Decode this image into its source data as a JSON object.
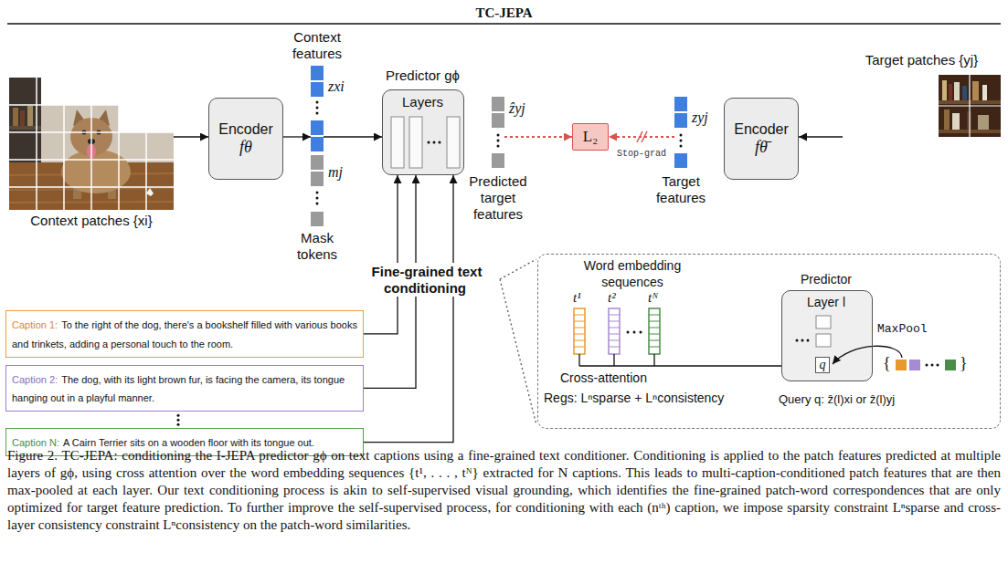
{
  "diagram": {
    "title": "TC-JEPA",
    "caption": "Figure 2. TC-JEPA: conditioning the I-JEPA predictor gϕ on text captions using a fine-grained text conditioner. Conditioning is applied to the patch features predicted at multiple layers of gϕ, using cross attention over the word embedding sequences {t¹, . . . , tᴺ} extracted for N captions. This leads to multi-caption-conditioned patch features that are then max-pooled at each layer. Our text conditioning process is akin to self-supervised visual grounding, which identifies the fine-grained patch-word correspondences that are only optimized for target feature prediction. To further improve the self-supervised process, for conditioning with each (nᵗʰ) caption, we impose sparsity constraint Lⁿsparse and cross-layer consistency constraint Lⁿconsistency on the patch-word similarities.",
    "nodes": [
      {
        "text": [
          "Context patches {xi}"
        ]
      },
      {
        "text": [
          "Encoder",
          "fθ"
        ]
      },
      {
        "text": [
          "Context features",
          "zxi",
          "mj",
          "Mask tokens"
        ]
      },
      {
        "text": [
          "Predictor gϕ",
          "Layers"
        ]
      },
      {
        "text": [
          "ẑyj",
          "Predicted target features"
        ]
      },
      {
        "text": [
          "L₂"
        ]
      },
      {
        "text": [
          "zyj",
          "Target features"
        ]
      },
      {
        "text": [
          "Encoder",
          "fθ̄"
        ]
      },
      {
        "text": [
          "Target patches {yj}"
        ]
      },
      {
        "text": [
          "Caption 1:",
          "To the right of the dog, there's a bookshelf filled with various books and trinkets, adding a personal touch to the room."
        ]
      },
      {
        "text": [
          "Caption 2:",
          "The dog, with its light brown fur, is facing the camera, its tongue hanging out in a playful manner."
        ]
      },
      {
        "text": [
          "Caption N:",
          "A Cairn Terrier sits on a wooden floor with its tongue out."
        ]
      },
      {
        "text": [
          "Word embedding sequences",
          "Cross-attention",
          "Regs: Lⁿsparse + Lⁿconsistency"
        ]
      },
      {
        "text": [
          "Predictor",
          "Layer l"
        ],
        "in": 12
      },
      {
        "text": [
          "q"
        ],
        "in": 13
      }
    ],
    "edges": [
      {
        "from": 0,
        "to": 1,
        "arrow": "to"
      },
      {
        "from": 1,
        "to": 2,
        "arrow": "to"
      },
      {
        "from": 2,
        "to": 3,
        "arrow": "to"
      },
      {
        "from": 4,
        "to": 5,
        "arrow": "to"
      },
      {
        "from": 6,
        "to": 5,
        "label": "Stop-grad",
        "arrow": "to"
      },
      {
        "from": 8,
        "to": 7,
        "arrow": "to"
      },
      {
        "from": 9,
        "to": 3,
        "arrow": "to"
      },
      {
        "from": 10,
        "to": 3,
        "arrow": "to"
      },
      {
        "from": 11,
        "to": 3,
        "arrow": "to"
      }
    ],
    "labels": [
      "Fine-grained text conditioning",
      "t¹",
      "t²",
      "tᴺ",
      "MaxPool",
      "{",
      "}",
      "Query q: ẑ(l)xi or ẑ(l)yj"
    ]
  }
}
